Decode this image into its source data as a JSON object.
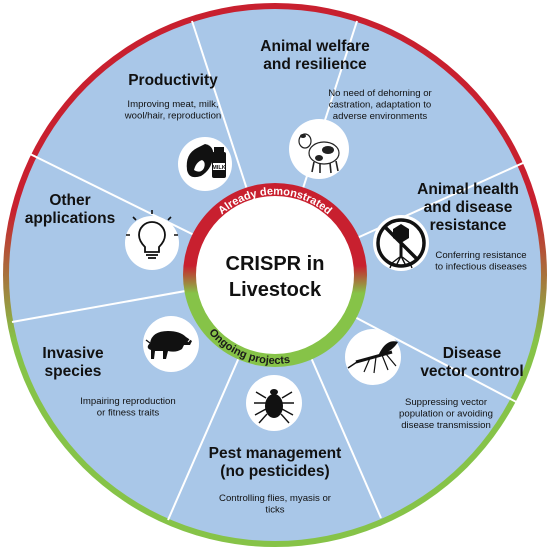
{
  "center": {
    "line1": "CRISPR in",
    "line2": "Livestock"
  },
  "status_arcs": {
    "demonstrated": "Already demonstrated",
    "ongoing": "Ongoing projects"
  },
  "segments": {
    "productivity": {
      "title": [
        "Productivity"
      ],
      "desc": [
        "Improving meat, milk,",
        "wool/hair, reproduction"
      ],
      "icon": "meat-milk-icon"
    },
    "welfare": {
      "title": [
        "Animal welfare",
        "and resilience"
      ],
      "desc": [
        "No need of dehorning or",
        "castration, adaptation to",
        "adverse environments"
      ],
      "icon": "cow-icon"
    },
    "health": {
      "title": [
        "Animal health",
        "and disease",
        "resistance"
      ],
      "desc": [
        "Conferring resistance",
        "to infectious diseases"
      ],
      "icon": "no-virus-icon"
    },
    "vector": {
      "title": [
        "Disease",
        "vector control"
      ],
      "desc": [
        "Suppressing vector",
        "population or avoiding",
        "disease transmission"
      ],
      "icon": "mosquito-icon"
    },
    "pest": {
      "title": [
        "Pest management",
        "(no pesticides)"
      ],
      "desc": [
        "Controlling flies, myasis or",
        "ticks"
      ],
      "icon": "tick-icon"
    },
    "invasive": {
      "title": [
        "Invasive",
        "species"
      ],
      "desc": [
        "Impairing reproduction",
        "or fitness traits"
      ],
      "icon": "boar-icon"
    },
    "other": {
      "title": [
        "Other",
        "applications"
      ],
      "desc": [],
      "icon": "lightbulb-icon"
    }
  },
  "colors": {
    "wheel_fill": "#a9c7e8",
    "divider": "#ffffff",
    "rim_demonstrated": "#c8202f",
    "rim_ongoing": "#86c348",
    "center_fill": "#ffffff"
  },
  "milk_label": "MILK"
}
